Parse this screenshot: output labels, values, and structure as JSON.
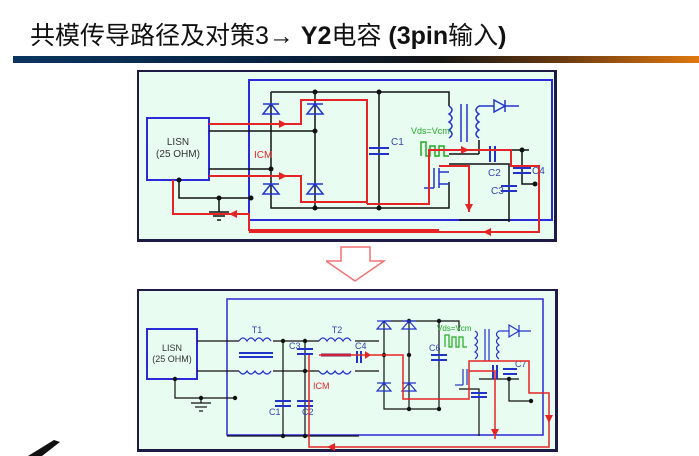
{
  "title": {
    "prefix": "共模传导路径及对策3",
    "arrow": "→",
    "bold": " Y2",
    "suffix1": "电容 ",
    "bold2": "(3pin",
    "suffix2": "输入",
    "bold3": ")"
  },
  "diagram_top": {
    "lisn_line1": "LISN",
    "lisn_line2": "(25 OHM)",
    "icm": "ICM",
    "vds": "Vds=Vcm",
    "c1": "C1",
    "c2": "C2",
    "c3": "C3",
    "c4": "C4"
  },
  "diagram_bottom": {
    "lisn_line1": "LISN",
    "lisn_line2": "(25 OHM)",
    "icm": "ICM",
    "vds": "Vds=Vcm",
    "t1": "T1",
    "t2": "T2",
    "c1": "C1",
    "c2": "C2",
    "c3": "C3",
    "c4": "C4",
    "c6": "C6",
    "c7": "C7"
  },
  "colors": {
    "wire": "#111111",
    "boundary": "#2a2ad8",
    "icm_path": "#e52525",
    "component": "#2233cc",
    "vds": "#22aa22",
    "panel_bg": "#e8fcf2",
    "arrow_outline": "#f07070"
  }
}
